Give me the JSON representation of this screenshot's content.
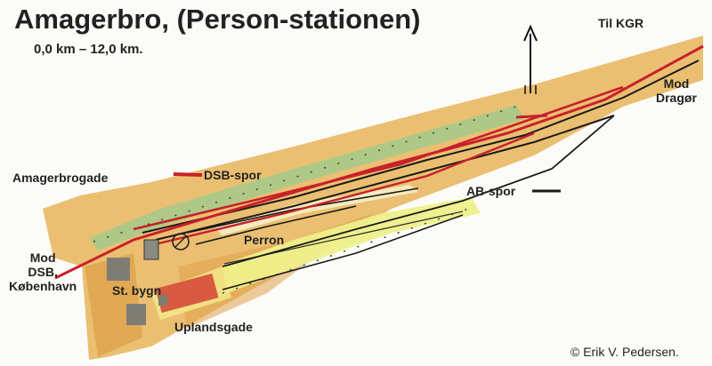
{
  "map": {
    "title": "Amagerbro, (Person-stationen)",
    "subtitle": "0,0 km – 12,0 km.",
    "labels": {
      "til_kgr": "Til  KGR",
      "mod_dragor": "Mod\nDragør",
      "amagerbrogade": "Amagerbrogade",
      "dsb_spor": "DSB-spor",
      "ab_spor": "AB-spor",
      "perron": "Perron",
      "mod_dsb": "Mod\nDSB,\nKøbenhavn",
      "st_bygn": "St. bygn",
      "uplandsgade": "Uplandsgade",
      "copyright": "©  Erik V. Pedersen."
    },
    "legend": {
      "dsb_spor_color": "#c8202a",
      "ab_spor_color": "#1a1a1a"
    },
    "colors": {
      "ground": "#e8b45a",
      "green_strip": "#a9c98a",
      "yellow_strip": "#eef08a",
      "red_track": "#c8202a",
      "black_track": "#1a1a1a",
      "building_red": "#d85a40",
      "building_gray": "#7d7d74"
    },
    "icons": {
      "north_arrow": "north-arrow-icon",
      "turntable": "turntable-icon"
    }
  }
}
